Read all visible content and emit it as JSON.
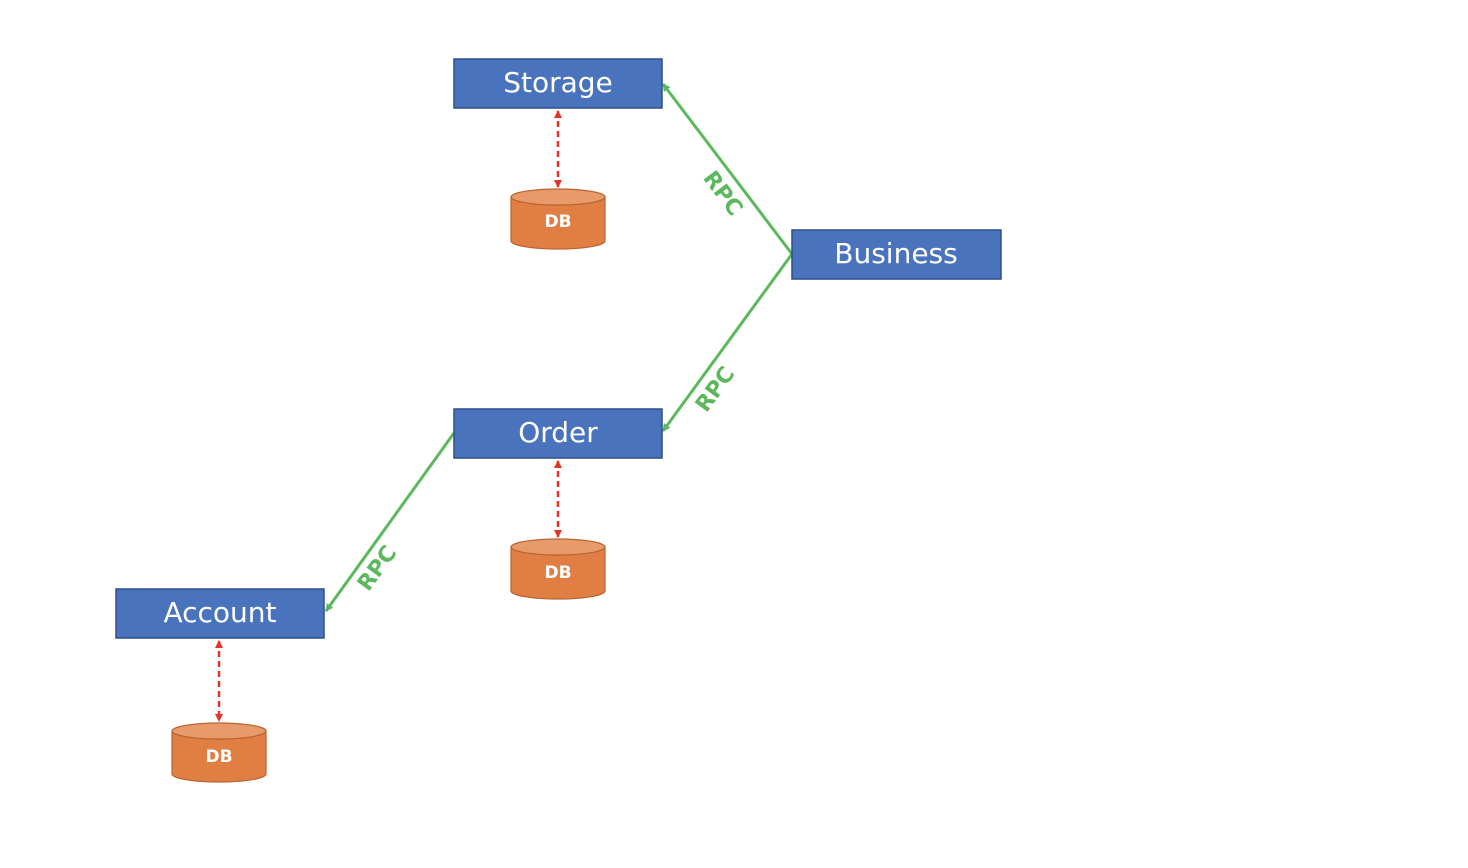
{
  "colors": {
    "box_fill": "#4a73bd",
    "box_stroke": "#2f4f8a",
    "db_fill": "#e07e44",
    "db_top": "#e89a6a",
    "db_stroke": "#b86330",
    "rpc_color": "#5cb85c",
    "db_link_color": "#e8322a"
  },
  "services": {
    "storage": {
      "label": "Storage"
    },
    "business": {
      "label": "Business"
    },
    "order": {
      "label": "Order"
    },
    "account": {
      "label": "Account"
    }
  },
  "databases": {
    "storage_db": {
      "label": "DB"
    },
    "order_db": {
      "label": "DB"
    },
    "account_db": {
      "label": "DB"
    }
  },
  "connections": {
    "business_to_storage": {
      "label": "RPC"
    },
    "business_to_order": {
      "label": "RPC"
    },
    "order_to_account": {
      "label": "RPC"
    }
  }
}
